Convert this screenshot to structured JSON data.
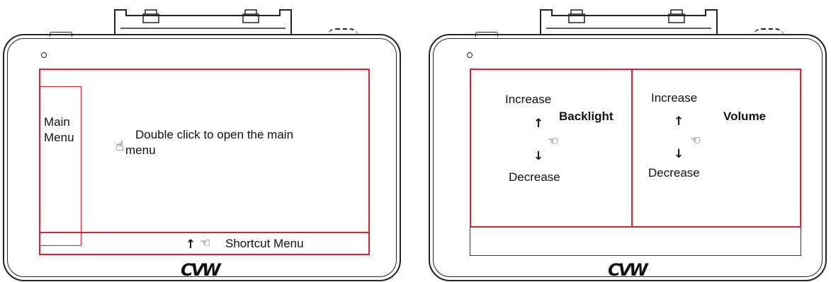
{
  "left_panel": {
    "main_menu_line1": "Main",
    "main_menu_line2": "Menu",
    "instruction_line1": "Double click  to open the main",
    "instruction_line2": "menu",
    "shortcut_label": "Shortcut Menu",
    "logo": "CVW"
  },
  "right_panel": {
    "backlight": {
      "label": "Backlight",
      "increase": "Increase",
      "decrease": "Decrease"
    },
    "volume": {
      "label": "Volume",
      "increase": "Increase",
      "decrease": "Decrease"
    },
    "logo": "CVW"
  },
  "icons": {
    "up_arrow": "↑",
    "down_arrow": "↓",
    "tap_hand": "☝",
    "swipe_hand": "☜"
  }
}
